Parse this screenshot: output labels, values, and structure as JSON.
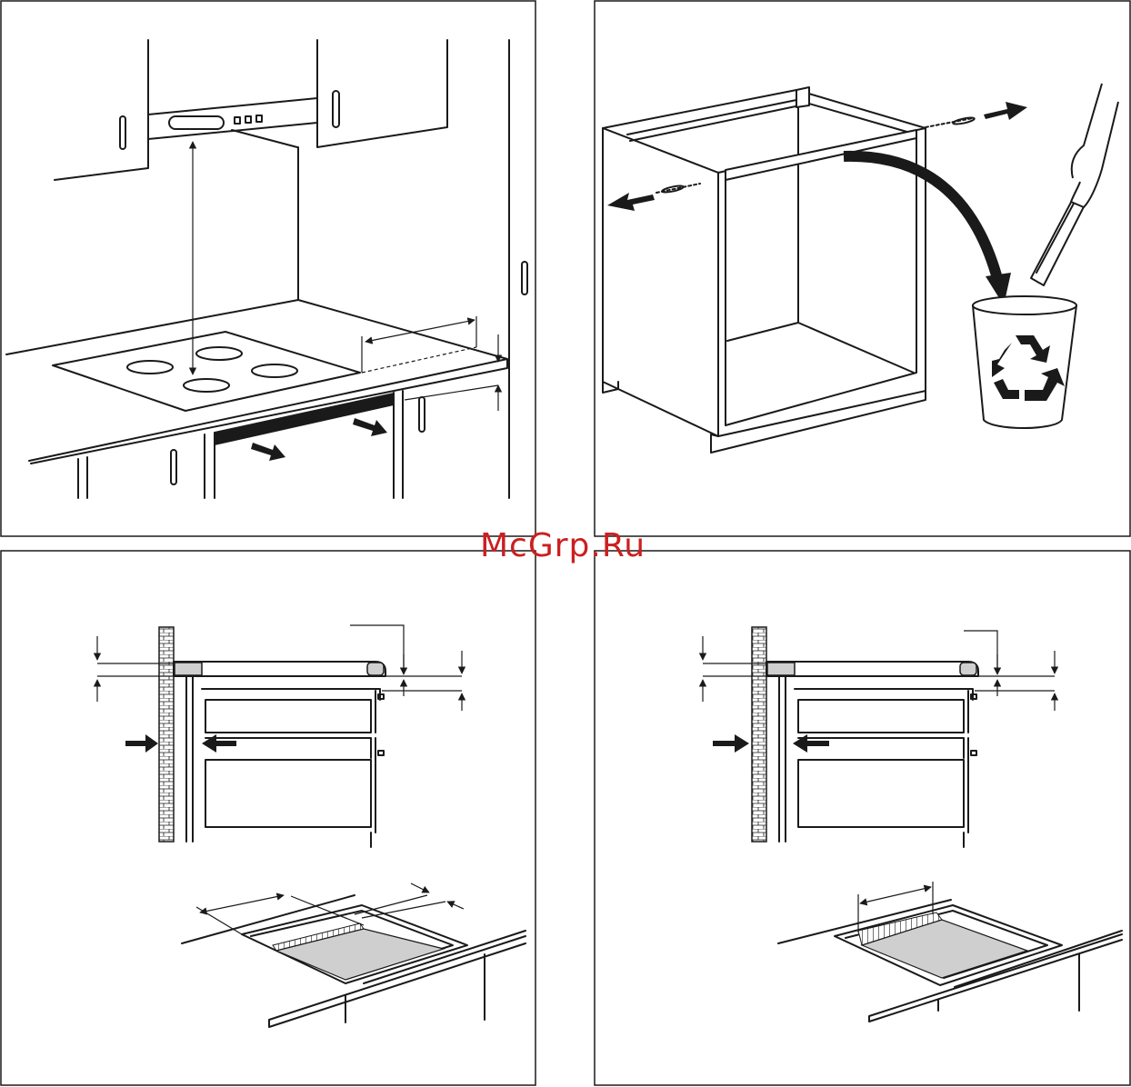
{
  "watermark": {
    "text": "McGrp.Ru",
    "color": "#cc1f1f"
  },
  "colors": {
    "line": "#1a1a1a",
    "fill_gray": "#cfcfcf",
    "background": "#ffffff"
  },
  "panels": [
    {
      "name": "hob-clearance-under-hood",
      "icons": [
        "range-hood",
        "wall-cabinet",
        "cooktop",
        "dimension-arrow"
      ]
    },
    {
      "name": "remove-cabinet-rail",
      "icons": [
        "cabinet-carcass",
        "screw",
        "arrow",
        "hand",
        "recycle-bin-icon"
      ]
    },
    {
      "name": "flush-mount-section-a",
      "icons": [
        "brick-wall",
        "worktop-section",
        "oven-drawer",
        "hob-cutout"
      ]
    },
    {
      "name": "flush-mount-section-b",
      "icons": [
        "brick-wall",
        "worktop-section",
        "oven-drawer",
        "hob-cutout"
      ]
    }
  ]
}
